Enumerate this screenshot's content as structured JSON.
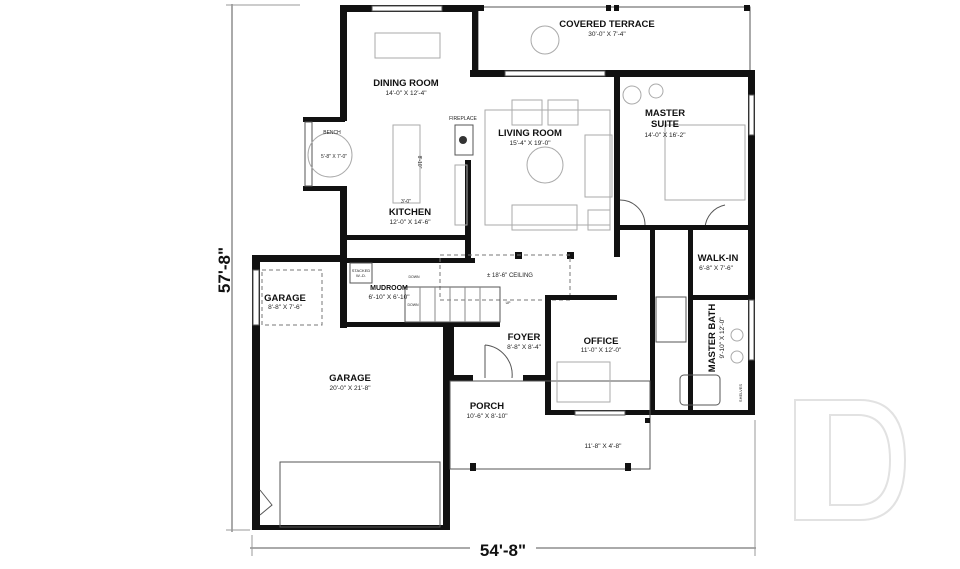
{
  "plan": {
    "overall_depth": "57'-8\"",
    "overall_width": "54'-8\"",
    "rooms": {
      "terrace": {
        "name": "COVERED TERRACE",
        "size": "30'-0\" X 7'-4\""
      },
      "dining": {
        "name": "DINING ROOM",
        "size": "14'-0\" X 12'-4\""
      },
      "bench": {
        "name": "BENCH",
        "size": "5'-8\" X 7'-0\""
      },
      "fireplace": {
        "name": "FIREPLACE"
      },
      "living": {
        "name": "LIVING ROOM",
        "size": "15'-4\" X 19'-0\""
      },
      "master_suite": {
        "name_line1": "MASTER",
        "name_line2": "SUITE",
        "size": "14'-0\" X 16'-2\""
      },
      "kitchen": {
        "name": "KITCHEN",
        "size": "12'-0\" X 14'-6\""
      },
      "walk_in": {
        "name": "WALK-IN",
        "size": "6'-8\" X 7'-6\""
      },
      "mudroom": {
        "name": "MUDROOM",
        "size": "6'-10\" X 6'-10\""
      },
      "garage_small": {
        "name": "GARAGE",
        "size": "8'-8\" X 7'-6\""
      },
      "foyer": {
        "name": "FOYER",
        "size": "8'-8\" X 8'-4\""
      },
      "office": {
        "name": "OFFICE",
        "size": "11'-0\" X 12'-0\""
      },
      "master_bath": {
        "name": "MASTER BATH",
        "size": "9'-10\" X 12'-0\""
      },
      "garage": {
        "name": "GARAGE",
        "size": "20'-0\" X 21'-8\""
      },
      "porch": {
        "name": "PORCH",
        "size": "10'-6\" X 8'-10\""
      },
      "front_porch": {
        "size": "11'-8\" X 4'-8\""
      }
    },
    "notes": {
      "ceiling": "± 18'-6\" CEILING",
      "stacked_wd_1": "STACKED",
      "stacked_wd_2": "W.-D.",
      "shelves": "SHELVES",
      "island": "8'-10\"",
      "island_w": "3'-0\"",
      "dn": "DOWN",
      "down": "DOWN",
      "up": "UP"
    }
  }
}
